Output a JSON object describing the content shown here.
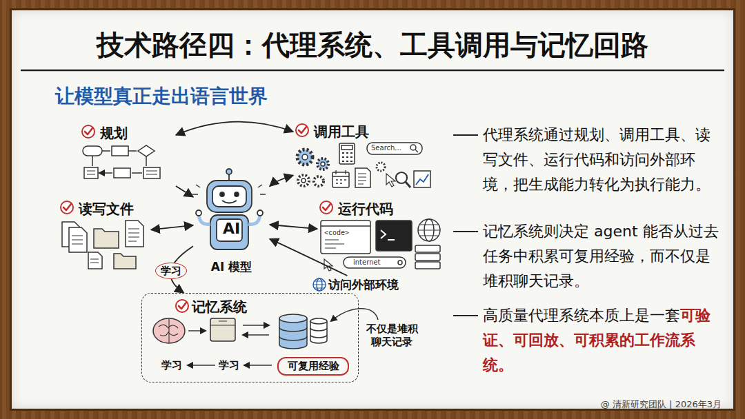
{
  "diagram": {
    "title": "技术路径四：代理系统、工具调用与记忆回路",
    "caption": "@ 清新研究团队 | 2026年3月",
    "nodes": [
      {
        "text": [
          "规划"
        ]
      },
      {
        "text": [
          "调用工具"
        ]
      },
      {
        "text": [
          "读写文件"
        ]
      },
      {
        "text": [
          "AI",
          "AI 模型"
        ]
      },
      {
        "text": [
          "运行代码"
        ]
      },
      {
        "text": [
          "访问外部环境"
        ]
      },
      {
        "text": [
          "记忆系统"
        ]
      },
      {
        "text": [
          "可复用经验"
        ],
        "in": 6
      }
    ],
    "edges": [
      {
        "from": 0,
        "to": 1,
        "arrow": "both"
      },
      {
        "from": 0,
        "to": 3,
        "arrow": "to"
      },
      {
        "from": 1,
        "to": 3,
        "arrow": "both"
      },
      {
        "from": 2,
        "to": 3,
        "arrow": "both"
      },
      {
        "from": 4,
        "to": 3,
        "arrow": "both"
      },
      {
        "from": 5,
        "to": 3,
        "arrow": "to"
      },
      {
        "from": 3,
        "to": 6,
        "label": "学习",
        "arrow": "to"
      }
    ],
    "labels": [
      "让模型真正走出语言世界",
      "Search...",
      "<code>",
      "internet",
      "学习",
      "学习",
      "不仅是堆积 聊天记录",
      "代理系统通过规划、调用工具、读写文件、运行代码和访问外部环境，把生成能力转化为执行能力。",
      "记忆系统则决定 agent 能否从过去任务中积累可复用经验，而不仅是堆积聊天记录。",
      "高质量代理系统本质上是一套",
      "可验证、可回放、可积累的工作流系统。"
    ]
  }
}
